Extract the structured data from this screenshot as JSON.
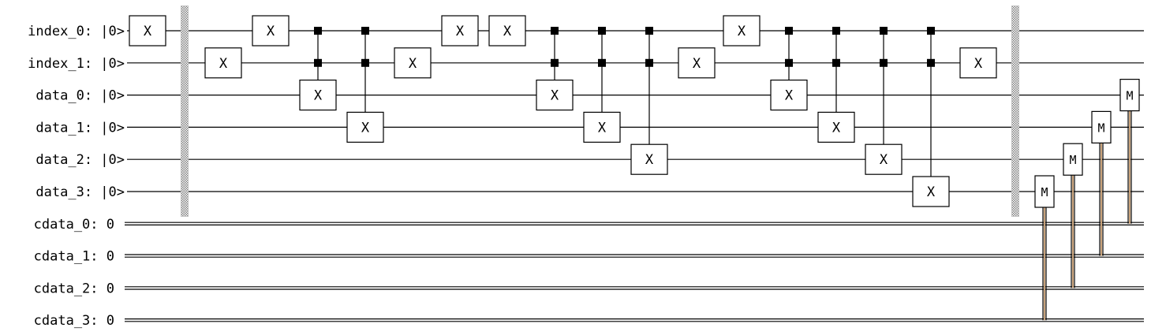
{
  "qubits": [
    {
      "name": "index_0",
      "init": "|0>"
    },
    {
      "name": "index_1",
      "init": "|0>"
    },
    {
      "name": "data_0",
      "init": "|0>"
    },
    {
      "name": "data_1",
      "init": "|0>"
    },
    {
      "name": "data_2",
      "init": "|0>"
    },
    {
      "name": "data_3",
      "init": "|0>"
    }
  ],
  "cbits": [
    {
      "name": "cdata_0",
      "init": "0"
    },
    {
      "name": "cdata_1",
      "init": "0"
    },
    {
      "name": "cdata_2",
      "init": "0"
    },
    {
      "name": "cdata_3",
      "init": "0"
    }
  ],
  "gate_label": "X",
  "measure_label": "M",
  "colors": {
    "wire": "#000000",
    "classical_accent": "#c8a27a",
    "barrier": "#808080"
  },
  "operations": [
    {
      "step": 0,
      "type": "x",
      "target": "index_0"
    },
    {
      "step": 1,
      "type": "barrier"
    },
    {
      "step": 2,
      "type": "x",
      "target": "index_1"
    },
    {
      "step": 3,
      "type": "x",
      "target": "index_0"
    },
    {
      "step": 4,
      "type": "ccx",
      "controls": [
        "index_0",
        "index_1"
      ],
      "target": "data_0"
    },
    {
      "step": 5,
      "type": "ccx",
      "controls": [
        "index_0",
        "index_1"
      ],
      "target": "data_1"
    },
    {
      "step": 6,
      "type": "x",
      "target": "index_1"
    },
    {
      "step": 7,
      "type": "x",
      "target": "index_0"
    },
    {
      "step": 8,
      "type": "x",
      "target": "index_0"
    },
    {
      "step": 9,
      "type": "ccx",
      "controls": [
        "index_0",
        "index_1"
      ],
      "target": "data_0"
    },
    {
      "step": 10,
      "type": "ccx",
      "controls": [
        "index_0",
        "index_1"
      ],
      "target": "data_1"
    },
    {
      "step": 11,
      "type": "ccx",
      "controls": [
        "index_0",
        "index_1"
      ],
      "target": "data_2"
    },
    {
      "step": 12,
      "type": "x",
      "target": "index_1"
    },
    {
      "step": 13,
      "type": "x",
      "target": "index_0"
    },
    {
      "step": 14,
      "type": "ccx",
      "controls": [
        "index_0",
        "index_1"
      ],
      "target": "data_0"
    },
    {
      "step": 15,
      "type": "ccx",
      "controls": [
        "index_0",
        "index_1"
      ],
      "target": "data_1"
    },
    {
      "step": 16,
      "type": "ccx",
      "controls": [
        "index_0",
        "index_1"
      ],
      "target": "data_2"
    },
    {
      "step": 17,
      "type": "ccx",
      "controls": [
        "index_0",
        "index_1"
      ],
      "target": "data_3"
    },
    {
      "step": 18,
      "type": "x",
      "target": "index_1"
    },
    {
      "step": 19,
      "type": "barrier"
    },
    {
      "step": 20,
      "type": "measure",
      "qubit": "data_3",
      "cbit": "cdata_3"
    },
    {
      "step": 21,
      "type": "measure",
      "qubit": "data_2",
      "cbit": "cdata_2"
    },
    {
      "step": 22,
      "type": "measure",
      "qubit": "data_1",
      "cbit": "cdata_1"
    },
    {
      "step": 23,
      "type": "measure",
      "qubit": "data_0",
      "cbit": "cdata_0"
    }
  ]
}
